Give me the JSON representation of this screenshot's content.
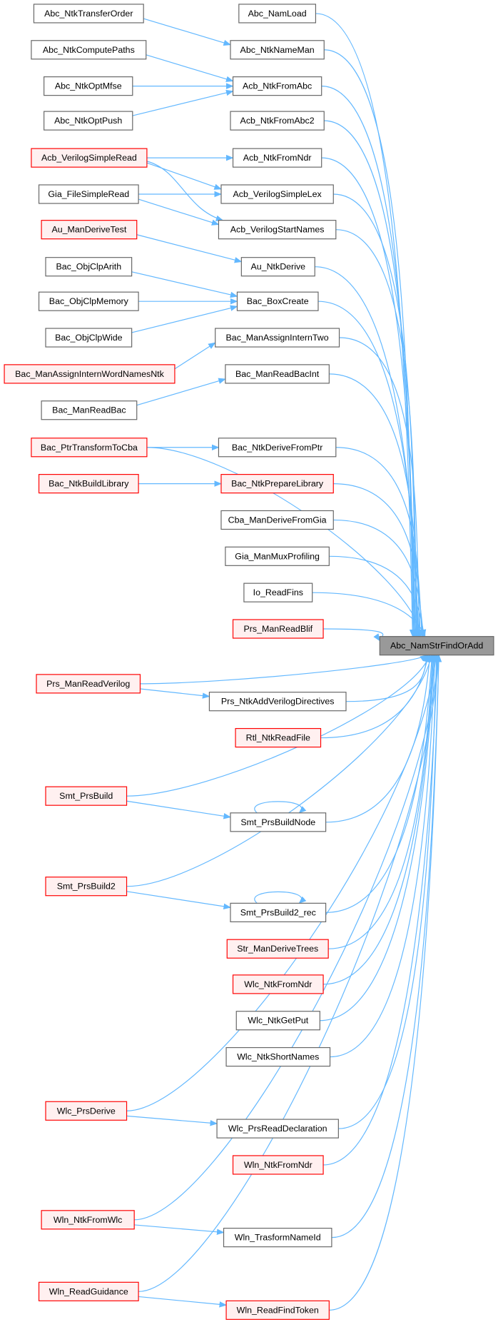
{
  "title": "Abc_NamStrFindOrAdd caller graph",
  "colors": {
    "edge": "#63b8ff",
    "truncated_border": "#ff0000",
    "main_fill": "#999999"
  },
  "target": {
    "label": "Abc_NamStrFindOrAdd"
  },
  "nodes": [
    {
      "label": "Abc_NamLoad",
      "red": false
    },
    {
      "label": "Abc_NtkNameMan",
      "red": false
    },
    {
      "label": "Acb_NtkFromAbc",
      "red": false
    },
    {
      "label": "Acb_NtkFromAbc2",
      "red": false
    },
    {
      "label": "Acb_NtkFromNdr",
      "red": false
    },
    {
      "label": "Acb_VerilogSimpleLex",
      "red": false
    },
    {
      "label": "Acb_VerilogStartNames",
      "red": false
    },
    {
      "label": "Au_NtkDerive",
      "red": false
    },
    {
      "label": "Bac_BoxCreate",
      "red": false
    },
    {
      "label": "Bac_ManAssignInternTwo",
      "red": false
    },
    {
      "label": "Bac_ManReadBacInt",
      "red": false
    },
    {
      "label": "Bac_NtkDeriveFromPtr",
      "red": false
    },
    {
      "label": "Bac_NtkPrepareLibrary",
      "red": true
    },
    {
      "label": "Cba_ManDeriveFromGia",
      "red": false
    },
    {
      "label": "Gia_ManMuxProfiling",
      "red": false
    },
    {
      "label": "Io_ReadFins",
      "red": false
    },
    {
      "label": "Prs_ManReadBlif",
      "red": true
    },
    {
      "label": "Prs_NtkAddVerilogDirectives",
      "red": false
    },
    {
      "label": "Rtl_NtkReadFile",
      "red": true
    },
    {
      "label": "Smt_PrsBuildNode",
      "red": false
    },
    {
      "label": "Smt_PrsBuild2_rec",
      "red": false
    },
    {
      "label": "Str_ManDeriveTrees",
      "red": true
    },
    {
      "label": "Wlc_NtkFromNdr",
      "red": true
    },
    {
      "label": "Wlc_NtkGetPut",
      "red": false
    },
    {
      "label": "Wlc_NtkShortNames",
      "red": false
    },
    {
      "label": "Wlc_PrsReadDeclaration",
      "red": false
    },
    {
      "label": "Wln_NtkFromNdr",
      "red": true
    },
    {
      "label": "Wln_TrasformNameId",
      "red": false
    },
    {
      "label": "Wln_ReadFindToken",
      "red": true
    },
    {
      "label": "Abc_NtkTransferOrder",
      "red": false
    },
    {
      "label": "Abc_NtkComputePaths",
      "red": false
    },
    {
      "label": "Abc_NtkOptMfse",
      "red": false
    },
    {
      "label": "Abc_NtkOptPush",
      "red": false
    },
    {
      "label": "Acb_VerilogSimpleRead",
      "red": true
    },
    {
      "label": "Gia_FileSimpleRead",
      "red": false
    },
    {
      "label": "Au_ManDeriveTest",
      "red": true
    },
    {
      "label": "Bac_ObjClpArith",
      "red": false
    },
    {
      "label": "Bac_ObjClpMemory",
      "red": false
    },
    {
      "label": "Bac_ObjClpWide",
      "red": false
    },
    {
      "label": "Bac_ManAssignInternWordNamesNtk",
      "red": true
    },
    {
      "label": "Bac_ManReadBac",
      "red": false
    },
    {
      "label": "Bac_PtrTransformToCba",
      "red": true
    },
    {
      "label": "Bac_NtkBuildLibrary",
      "red": true
    },
    {
      "label": "Prs_ManReadVerilog",
      "red": true
    },
    {
      "label": "Smt_PrsBuild",
      "red": true
    },
    {
      "label": "Smt_PrsBuild2",
      "red": true
    },
    {
      "label": "Wlc_PrsDerive",
      "red": true
    },
    {
      "label": "Wln_NtkFromWlc",
      "red": true
    },
    {
      "label": "Wln_ReadGuidance",
      "red": true
    }
  ],
  "edges": [
    [
      "Abc_NtkTransferOrder",
      "Abc_NtkNameMan"
    ],
    [
      "Abc_NtkComputePaths",
      "Acb_NtkFromAbc"
    ],
    [
      "Abc_NtkOptMfse",
      "Acb_NtkFromAbc"
    ],
    [
      "Abc_NtkOptPush",
      "Acb_NtkFromAbc"
    ],
    [
      "Acb_VerilogSimpleRead",
      "Acb_NtkFromNdr"
    ],
    [
      "Acb_VerilogSimpleRead",
      "Acb_VerilogSimpleLex"
    ],
    [
      "Acb_VerilogSimpleRead",
      "Acb_VerilogStartNames"
    ],
    [
      "Gia_FileSimpleRead",
      "Acb_VerilogSimpleLex"
    ],
    [
      "Gia_FileSimpleRead",
      "Acb_VerilogStartNames"
    ],
    [
      "Au_ManDeriveTest",
      "Au_NtkDerive"
    ],
    [
      "Bac_ObjClpArith",
      "Bac_BoxCreate"
    ],
    [
      "Bac_ObjClpMemory",
      "Bac_BoxCreate"
    ],
    [
      "Bac_ObjClpWide",
      "Bac_BoxCreate"
    ],
    [
      "Bac_ManAssignInternWordNamesNtk",
      "Bac_ManAssignInternTwo"
    ],
    [
      "Bac_ManReadBac",
      "Bac_ManReadBacInt"
    ],
    [
      "Bac_PtrTransformToCba",
      "Bac_NtkDeriveFromPtr"
    ],
    [
      "Bac_NtkBuildLibrary",
      "Bac_NtkPrepareLibrary"
    ],
    [
      "Prs_ManReadVerilog",
      "Prs_NtkAddVerilogDirectives"
    ],
    [
      "Smt_PrsBuild",
      "Smt_PrsBuildNode"
    ],
    [
      "Smt_PrsBuildNode",
      "Smt_PrsBuildNode"
    ],
    [
      "Smt_PrsBuild2",
      "Smt_PrsBuild2_rec"
    ],
    [
      "Smt_PrsBuild2_rec",
      "Smt_PrsBuild2_rec"
    ],
    [
      "Wlc_PrsDerive",
      "Wlc_PrsReadDeclaration"
    ],
    [
      "Wln_NtkFromWlc",
      "Wln_TrasformNameId"
    ],
    [
      "Wln_ReadGuidance",
      "Wln_ReadFindToken"
    ],
    [
      "Bac_PtrTransformToCba",
      "Abc_NamStrFindOrAdd"
    ],
    [
      "Prs_ManReadVerilog",
      "Abc_NamStrFindOrAdd"
    ],
    [
      "Smt_PrsBuild",
      "Abc_NamStrFindOrAdd"
    ],
    [
      "Smt_PrsBuild2",
      "Abc_NamStrFindOrAdd"
    ],
    [
      "Wlc_PrsDerive",
      "Abc_NamStrFindOrAdd"
    ],
    [
      "Wln_NtkFromWlc",
      "Abc_NamStrFindOrAdd"
    ],
    [
      "Wln_ReadGuidance",
      "Abc_NamStrFindOrAdd"
    ]
  ]
}
